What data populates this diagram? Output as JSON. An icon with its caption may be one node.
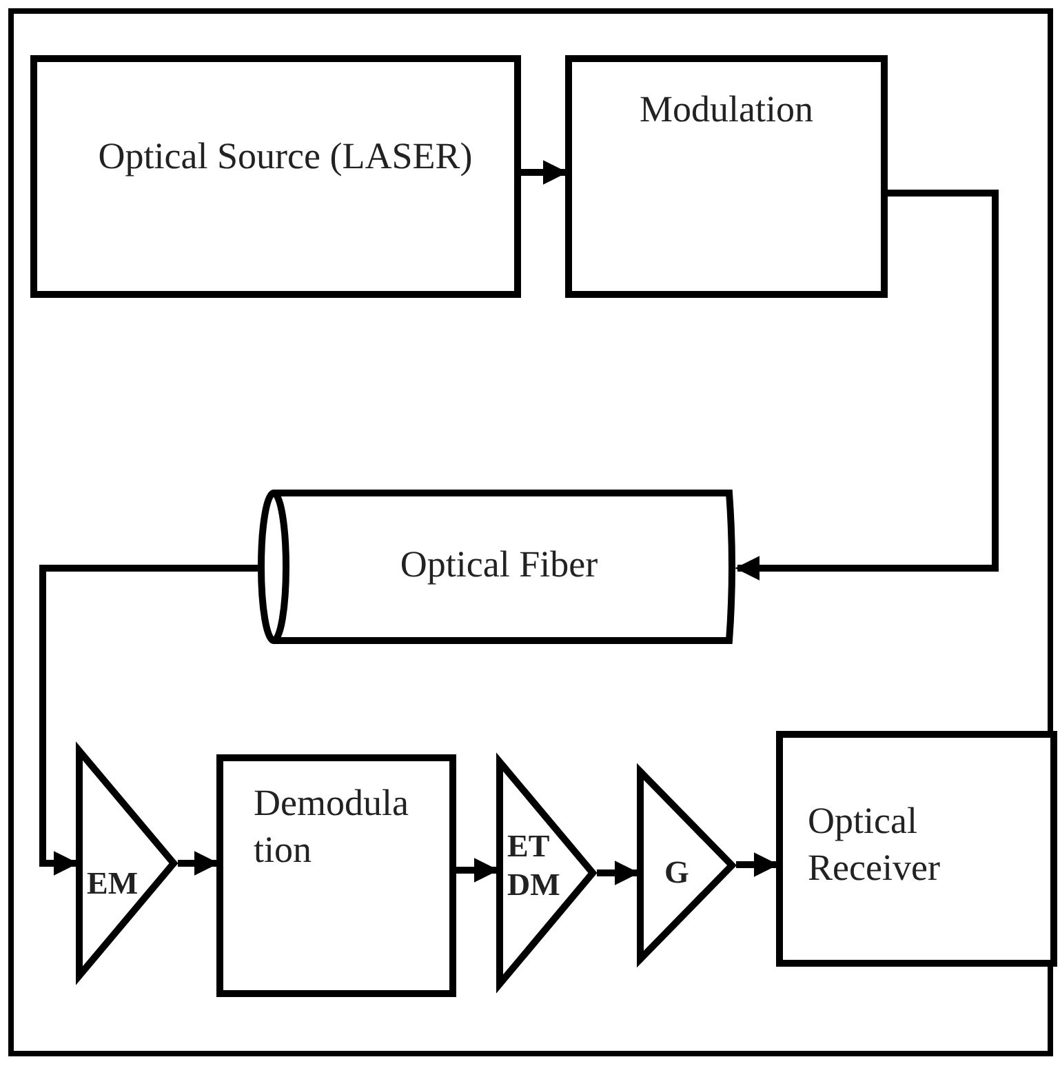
{
  "diagram": {
    "nodes": [
      {
        "text": [
          "Optical Source (LASER)"
        ]
      },
      {
        "text": [
          "Modulation"
        ]
      },
      {
        "text": [
          "Optical Fiber"
        ]
      },
      {
        "text": [
          "EM"
        ]
      },
      {
        "text": [
          "Demodula tion"
        ]
      },
      {
        "text": [
          "ET DM"
        ]
      },
      {
        "text": [
          "G"
        ]
      },
      {
        "text": [
          "Optical Receiver"
        ]
      }
    ],
    "edges": [
      {
        "from": 0,
        "to": 1,
        "arrow": "to"
      },
      {
        "from": 1,
        "to": 2,
        "arrow": "to"
      },
      {
        "from": 2,
        "to": 3,
        "arrow": "to"
      },
      {
        "from": 3,
        "to": 4,
        "arrow": "to"
      },
      {
        "from": 4,
        "to": 5,
        "arrow": "to"
      },
      {
        "from": 5,
        "to": 6,
        "arrow": "to"
      },
      {
        "from": 6,
        "to": 7,
        "arrow": "to"
      }
    ]
  }
}
